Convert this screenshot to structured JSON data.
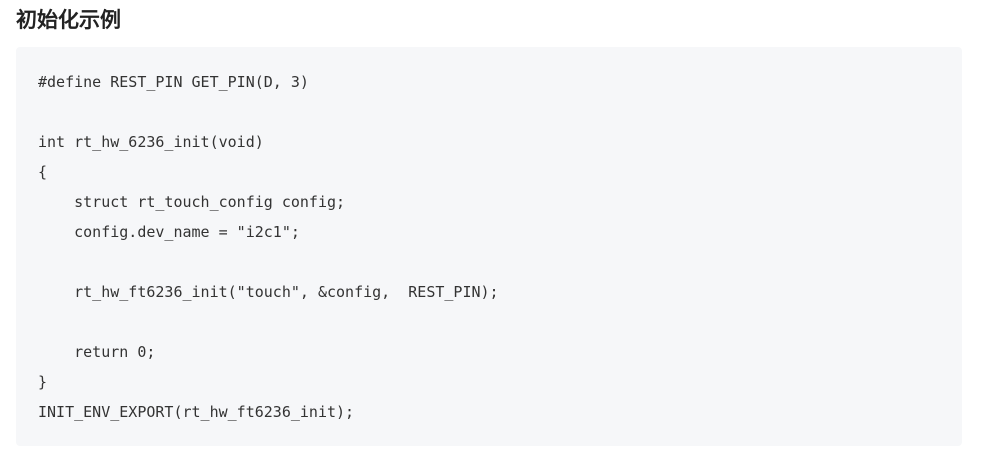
{
  "section": {
    "title": "初始化示例"
  },
  "code": {
    "lines": [
      "#define REST_PIN GET_PIN(D, 3)",
      "",
      "int rt_hw_6236_init(void)",
      "{",
      "    struct rt_touch_config config;",
      "    config.dev_name = \"i2c1\";",
      "",
      "    rt_hw_ft6236_init(\"touch\", &config,  REST_PIN);",
      "",
      "    return 0;",
      "}",
      "INIT_ENV_EXPORT(rt_hw_ft6236_init);"
    ]
  }
}
